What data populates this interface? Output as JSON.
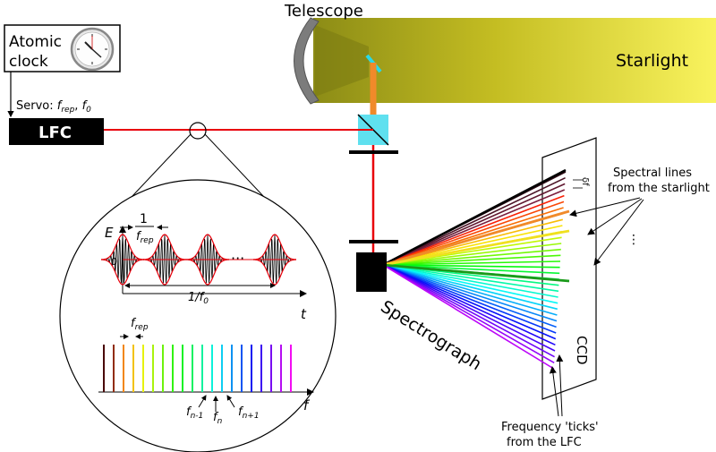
{
  "labels": {
    "atomic_clock_line1": "Atomic",
    "atomic_clock_line2": "clock",
    "servo": "Servo: ",
    "servo_frep": "f",
    "servo_frep_sub": "rep",
    "servo_comma": ", ",
    "servo_f0": "f",
    "servo_f0_sub": "0",
    "lfc": "LFC",
    "telescope": "Telescope",
    "starlight": "Starlight",
    "spectrograph": "Spectrograph",
    "ccd": "CCD",
    "spectral_lines_line1": "Spectral lines",
    "spectral_lines_line2": "from the starlight",
    "dots_vertical": "⋮",
    "freq_ticks_line1": "Frequency 'ticks'",
    "freq_ticks_line2": "from the LFC",
    "df_label": "δf",
    "E_axis": "E",
    "t_axis": "t",
    "f_axis": "f",
    "zero": "0",
    "one": "1",
    "frep_f": "f",
    "frep_sub": "rep",
    "ellipsis": "···",
    "one_over_f0": "1/f",
    "one_over_f0_sub": "0",
    "fn_minus_1": "f",
    "fn_minus_1_sub": "n-1",
    "fn": "f",
    "fn_sub": "n",
    "fn_plus_1": "f",
    "fn_plus_1_sub": "n+1"
  },
  "colors": {
    "laser": "#e8000b",
    "starlight_light": "#f8f15a",
    "starlight_dark": "#9a9a18",
    "telescope_mirror": "#7c7c7c",
    "beam_orange": "#f08a2a",
    "beamsplitter": "#5fe0ef",
    "lfc_box": "#000000",
    "pulse_envelope": "#e8000b"
  },
  "icons": {
    "clock": "clock-icon"
  }
}
